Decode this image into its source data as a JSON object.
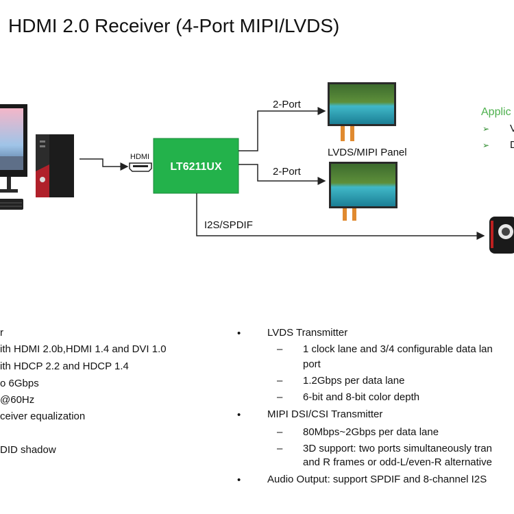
{
  "title": "HDMI 2.0 Receiver (4-Port MIPI/LVDS)",
  "diagram": {
    "chip": "LT6211UX",
    "hdmi_label": "HDMI",
    "top_port": "2-Port",
    "bottom_port": "2-Port",
    "panel_label": "LVDS/MIPI  Panel",
    "audio_label": "I2S/SPDIF",
    "app_title": "Applic",
    "app_items": [
      "V",
      "D"
    ]
  },
  "left_features": {
    "heading": "r",
    "items": [
      "ith HDMI 2.0b,HDMI 1.4 and DVI 1.0",
      "ith HDCP 2.2 and HDCP 1.4",
      "o 6Gbps",
      "@60Hz",
      "ceiver equalization",
      "",
      "DID shadow"
    ]
  },
  "right_features": {
    "lvds_title": "LVDS Transmitter",
    "lvds_items": [
      [
        "1 clock lane and 3/4 configurable data lan",
        "port"
      ],
      [
        "1.2Gbps per data lane"
      ],
      [
        "6-bit and 8-bit color depth"
      ]
    ],
    "mipi_title": "MIPI DSI/CSI Transmitter",
    "mipi_items": [
      [
        "80Mbps~2Gbps per data lane"
      ],
      [
        "3D support: two ports simultaneously tran",
        "and R frames or odd-L/even-R alternative"
      ]
    ],
    "audio_bold": "Audio Output",
    "audio_rest": ": support SPDIF and 8-channel I2S"
  }
}
